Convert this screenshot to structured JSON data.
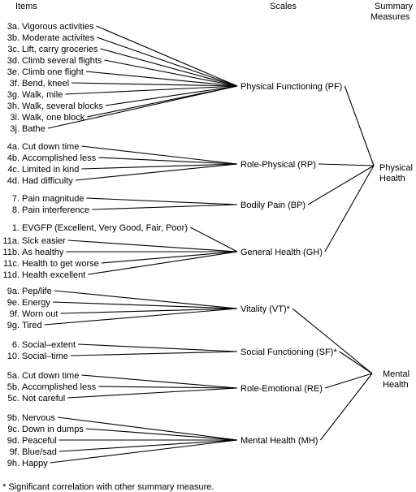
{
  "headers": {
    "items": "Items",
    "scales": "Scales",
    "summary_line1": "Summary",
    "summary_line2": "Measures"
  },
  "items": [
    {
      "num": "3a.",
      "label": "Vigorous activities",
      "scale": "pf"
    },
    {
      "num": "3b.",
      "label": "Moderate activites",
      "scale": "pf"
    },
    {
      "num": "3c.",
      "label": "Lift, carry groceries",
      "scale": "pf"
    },
    {
      "num": "3d.",
      "label": "Climb several flights",
      "scale": "pf"
    },
    {
      "num": "3e.",
      "label": "Climb one flight",
      "scale": "pf"
    },
    {
      "num": "3f.",
      "label": "Bend, kneel",
      "scale": "pf"
    },
    {
      "num": "3g.",
      "label": "Walk, mile",
      "scale": "pf"
    },
    {
      "num": "3h.",
      "label": "Walk, several blocks",
      "scale": "pf"
    },
    {
      "num": "3i.",
      "label": "Walk, one block",
      "scale": "pf"
    },
    {
      "num": "3j.",
      "label": "Bathe",
      "scale": "pf"
    },
    {
      "num": "4a.",
      "label": "Cut down time",
      "scale": "rp"
    },
    {
      "num": "4b.",
      "label": "Accomplished less",
      "scale": "rp"
    },
    {
      "num": "4c.",
      "label": "Limited in kind",
      "scale": "rp"
    },
    {
      "num": "4d.",
      "label": "Had difficulty",
      "scale": "rp"
    },
    {
      "num": "7.",
      "label": "Pain magnitude",
      "scale": "bp"
    },
    {
      "num": "8.",
      "label": "Pain interference",
      "scale": "bp"
    },
    {
      "num": "1.",
      "label": "EVGFP (Excellent, Very Good, Fair, Poor)",
      "scale": "gh"
    },
    {
      "num": "11a.",
      "label": "Sick easier",
      "scale": "gh"
    },
    {
      "num": "11b.",
      "label": "As healthy",
      "scale": "gh"
    },
    {
      "num": "11c.",
      "label": "Health to get worse",
      "scale": "gh"
    },
    {
      "num": "11d.",
      "label": "Health excellent",
      "scale": "gh"
    },
    {
      "num": "9a.",
      "label": "Pep/life",
      "scale": "vt"
    },
    {
      "num": "9e.",
      "label": "Energy",
      "scale": "vt"
    },
    {
      "num": "9f.",
      "label": "Worn out",
      "scale": "vt"
    },
    {
      "num": "9g.",
      "label": "Tired",
      "scale": "vt"
    },
    {
      "num": "6.",
      "label": "Social–extent",
      "scale": "sf"
    },
    {
      "num": "10.",
      "label": "Social–time",
      "scale": "sf"
    },
    {
      "num": "5a.",
      "label": "Cut down time",
      "scale": "re"
    },
    {
      "num": "5b.",
      "label": "Accomplished less",
      "scale": "re"
    },
    {
      "num": "5c.",
      "label": "Not careful",
      "scale": "re"
    },
    {
      "num": "9b.",
      "label": "Nervous",
      "scale": "mh"
    },
    {
      "num": "9c.",
      "label": "Down in dumps",
      "scale": "mh"
    },
    {
      "num": "9d.",
      "label": "Peaceful",
      "scale": "mh"
    },
    {
      "num": "9f.",
      "label": "Blue/sad",
      "scale": "mh"
    },
    {
      "num": "9h.",
      "label": "Happy",
      "scale": "mh"
    }
  ],
  "scales": [
    {
      "id": "pf",
      "label": "Physical Functioning (PF)",
      "summary": [
        "physical"
      ]
    },
    {
      "id": "rp",
      "label": "Role-Physical (RP)",
      "summary": [
        "physical"
      ]
    },
    {
      "id": "bp",
      "label": "Bodily Pain (BP)",
      "summary": [
        "physical"
      ]
    },
    {
      "id": "gh",
      "label": "General Health (GH)",
      "summary": [
        "physical"
      ]
    },
    {
      "id": "vt",
      "label": "Vitality (VT)*",
      "summary": [
        "mental"
      ]
    },
    {
      "id": "sf",
      "label": "Social Functioning (SF)*",
      "summary": [
        "mental"
      ]
    },
    {
      "id": "re",
      "label": "Role-Emotional (RE)",
      "summary": [
        "mental"
      ]
    },
    {
      "id": "mh",
      "label": "Mental Health (MH)",
      "summary": [
        "mental"
      ]
    }
  ],
  "summaries": [
    {
      "id": "physical",
      "line1": "Physical",
      "line2": "Health"
    },
    {
      "id": "mental",
      "line1": "Mental",
      "line2": "Health"
    }
  ],
  "footnote": "* Significant correlation with other summary measure."
}
